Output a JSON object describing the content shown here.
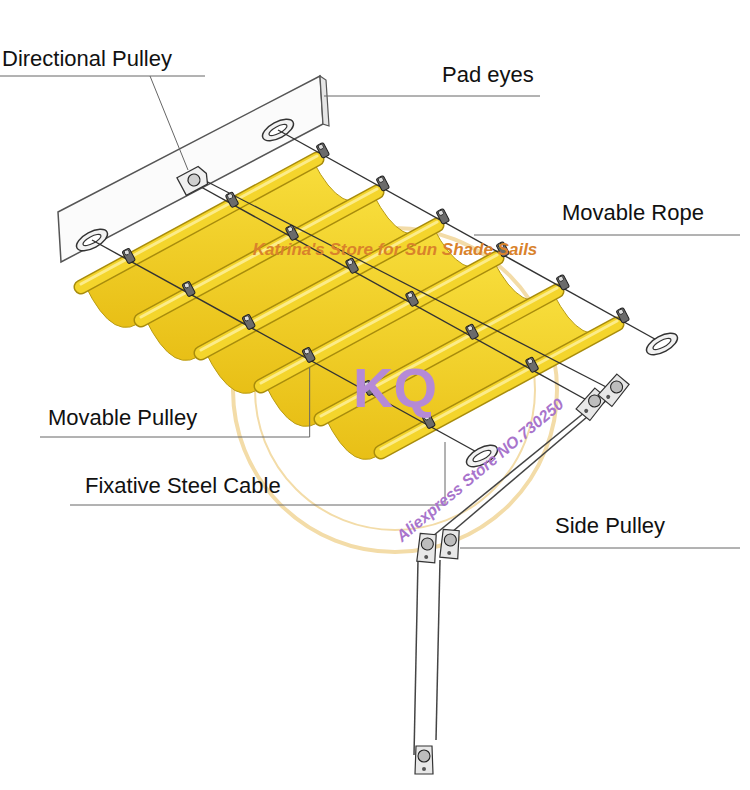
{
  "diagram": {
    "labels": [
      "Directional Pulley",
      "Pad eyes",
      "Movable Rope",
      "Movable Pulley",
      "Fixative Steel Cable",
      "Side Pulley",
      "Katrina's Store for Sun Shade Sails",
      "KQ",
      "Aliexpress Store NO.730250"
    ]
  }
}
